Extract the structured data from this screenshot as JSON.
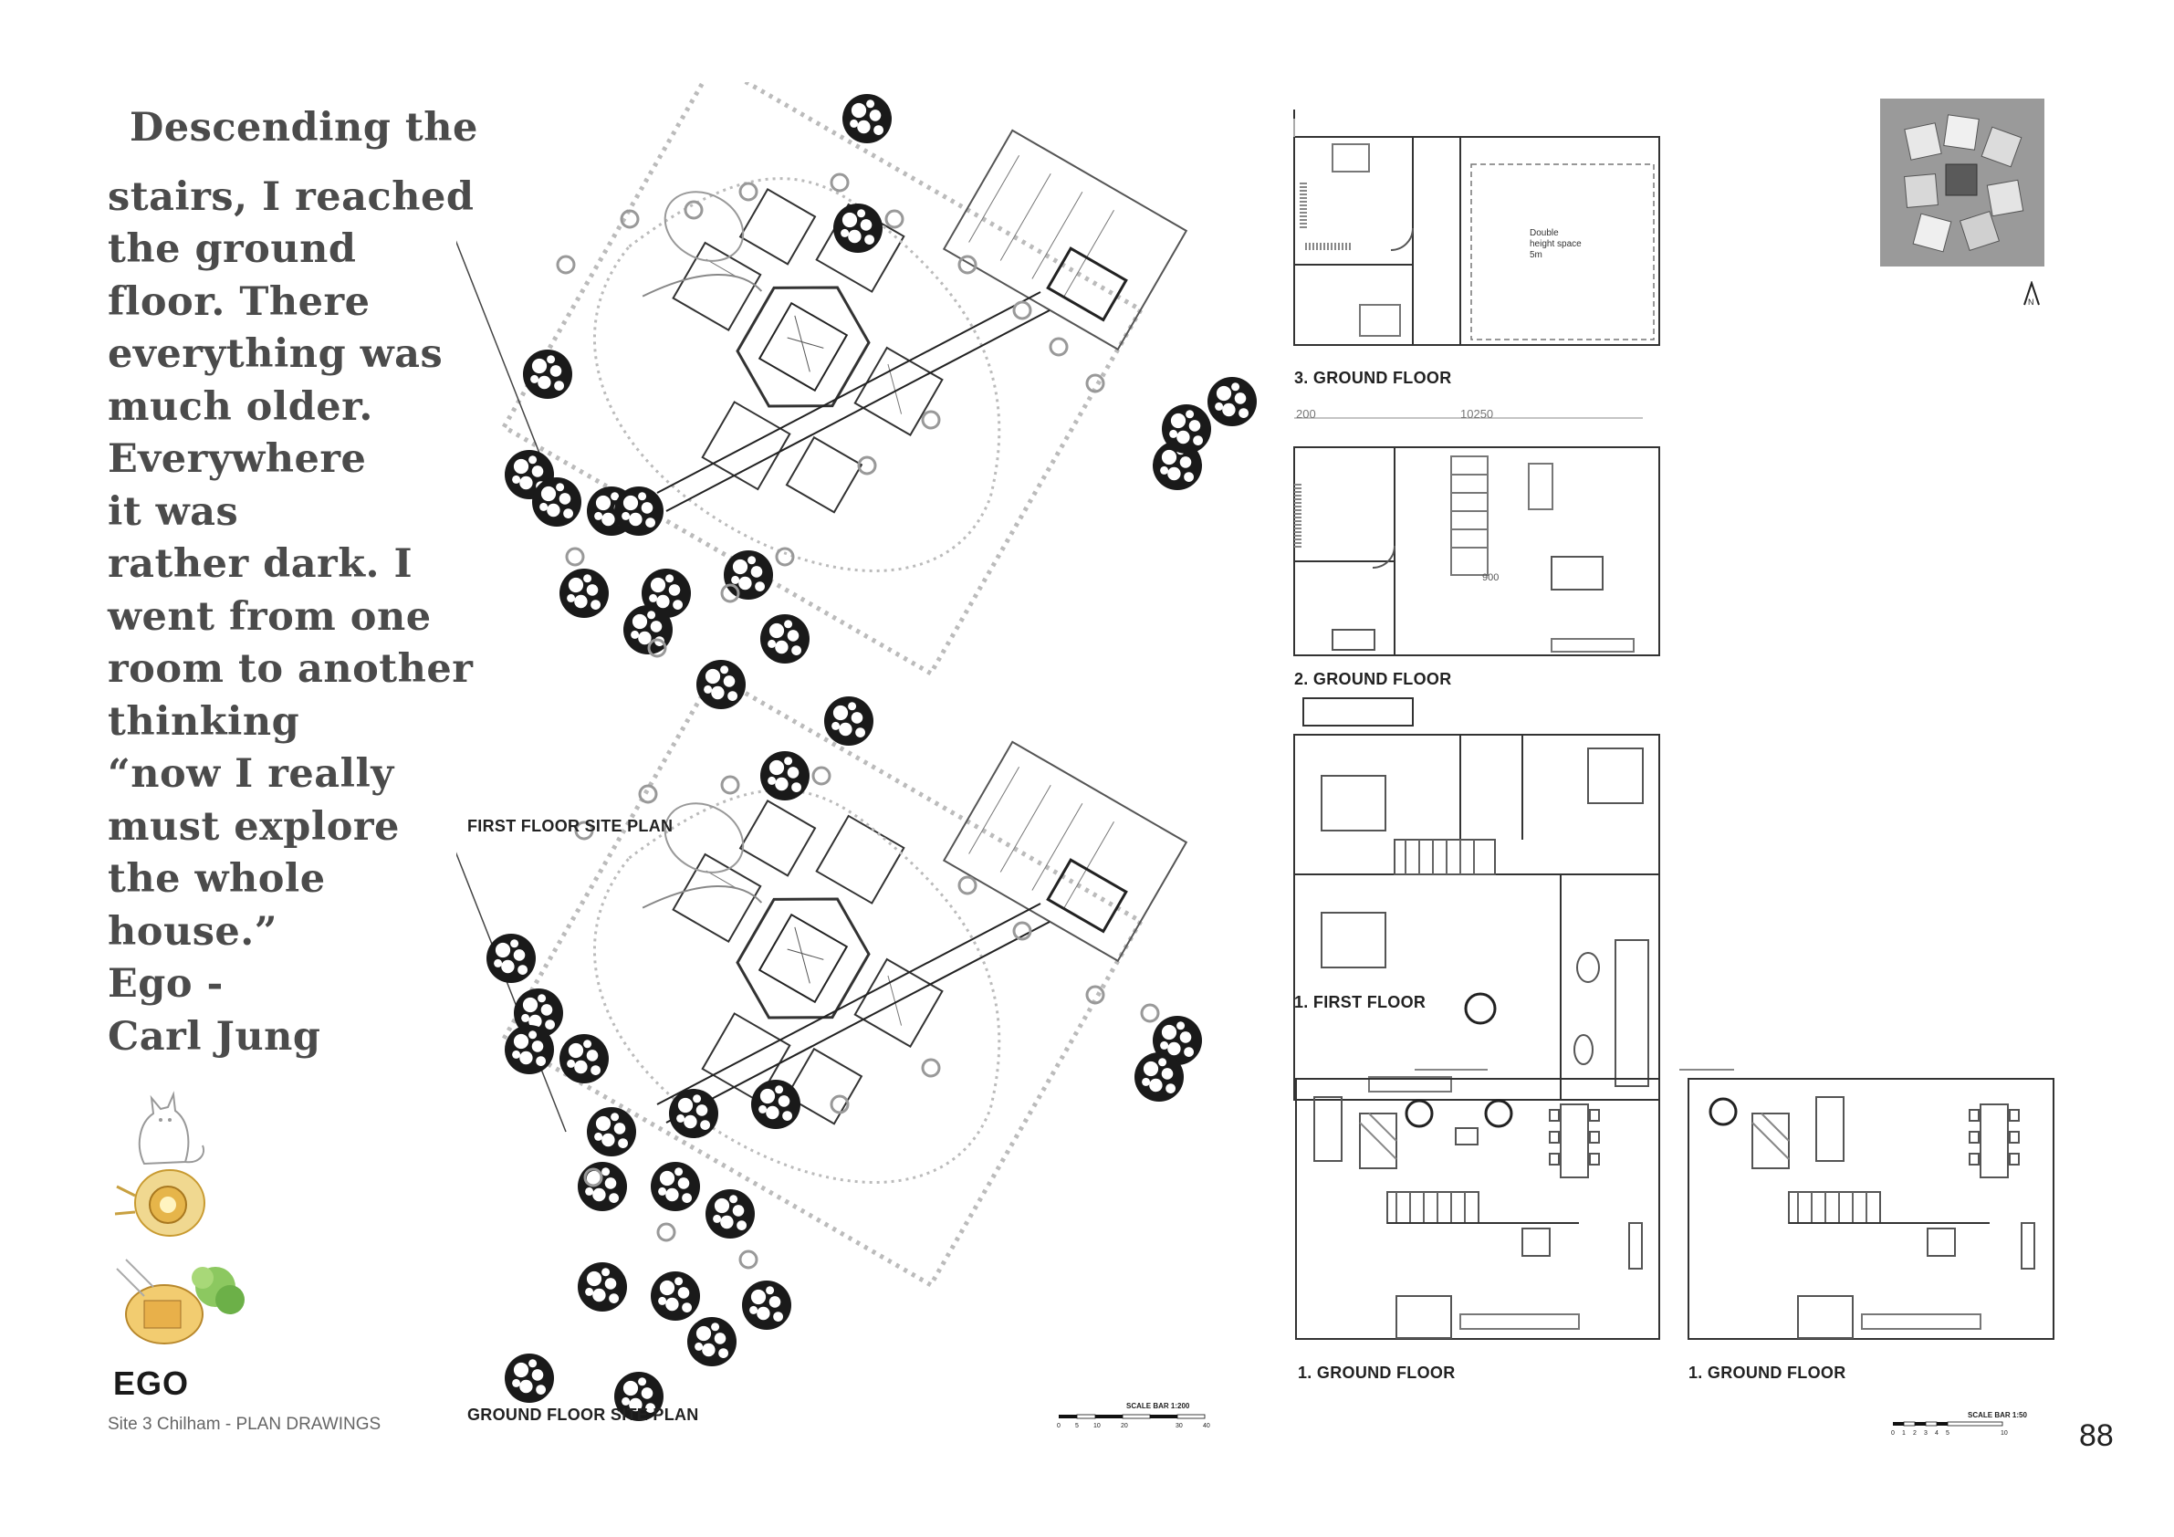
{
  "quote": {
    "lines": [
      "Descending the",
      "stairs, I reached",
      "the ground",
      "floor. There",
      "everything was",
      "much older.",
      "Everywhere",
      "it was",
      "rather dark. I",
      "went from one",
      "room to another",
      "thinking",
      "“now I really",
      "must explore",
      "the whole",
      "house.”",
      "Ego -",
      "Carl Jung"
    ]
  },
  "footer": {
    "title": "EGO",
    "subtitle": "Site 3 Chilham - PLAN DRAWINGS",
    "page_number": "88"
  },
  "site_plans": {
    "first_floor_label": "FIRST FLOOR SITE PLAN",
    "ground_floor_label": "GROUND FLOOR SITE PLAN",
    "scale_bar_title": "SCALE BAR 1:200",
    "scale_bar_ticks": [
      "0",
      "5",
      "10",
      "20",
      "30",
      "40"
    ]
  },
  "floor_plans": {
    "plan3_label": "3. GROUND FLOOR",
    "plan3_note_lines": [
      "Double",
      "height space",
      "5m"
    ],
    "plan2_label": "2. GROUND FLOOR",
    "plan2_dims": [
      "200",
      "10250",
      "900"
    ],
    "plan1_first_label": "1. FIRST FLOOR",
    "plan1_ground_a_label": "1. GROUND FLOOR",
    "plan1_ground_b_label": "1. GROUND FLOOR",
    "scale_bar_title": "SCALE BAR 1:50",
    "scale_bar_ticks": [
      "0",
      "1",
      "2",
      "3",
      "4",
      "5",
      "10"
    ]
  },
  "north_label": "N"
}
